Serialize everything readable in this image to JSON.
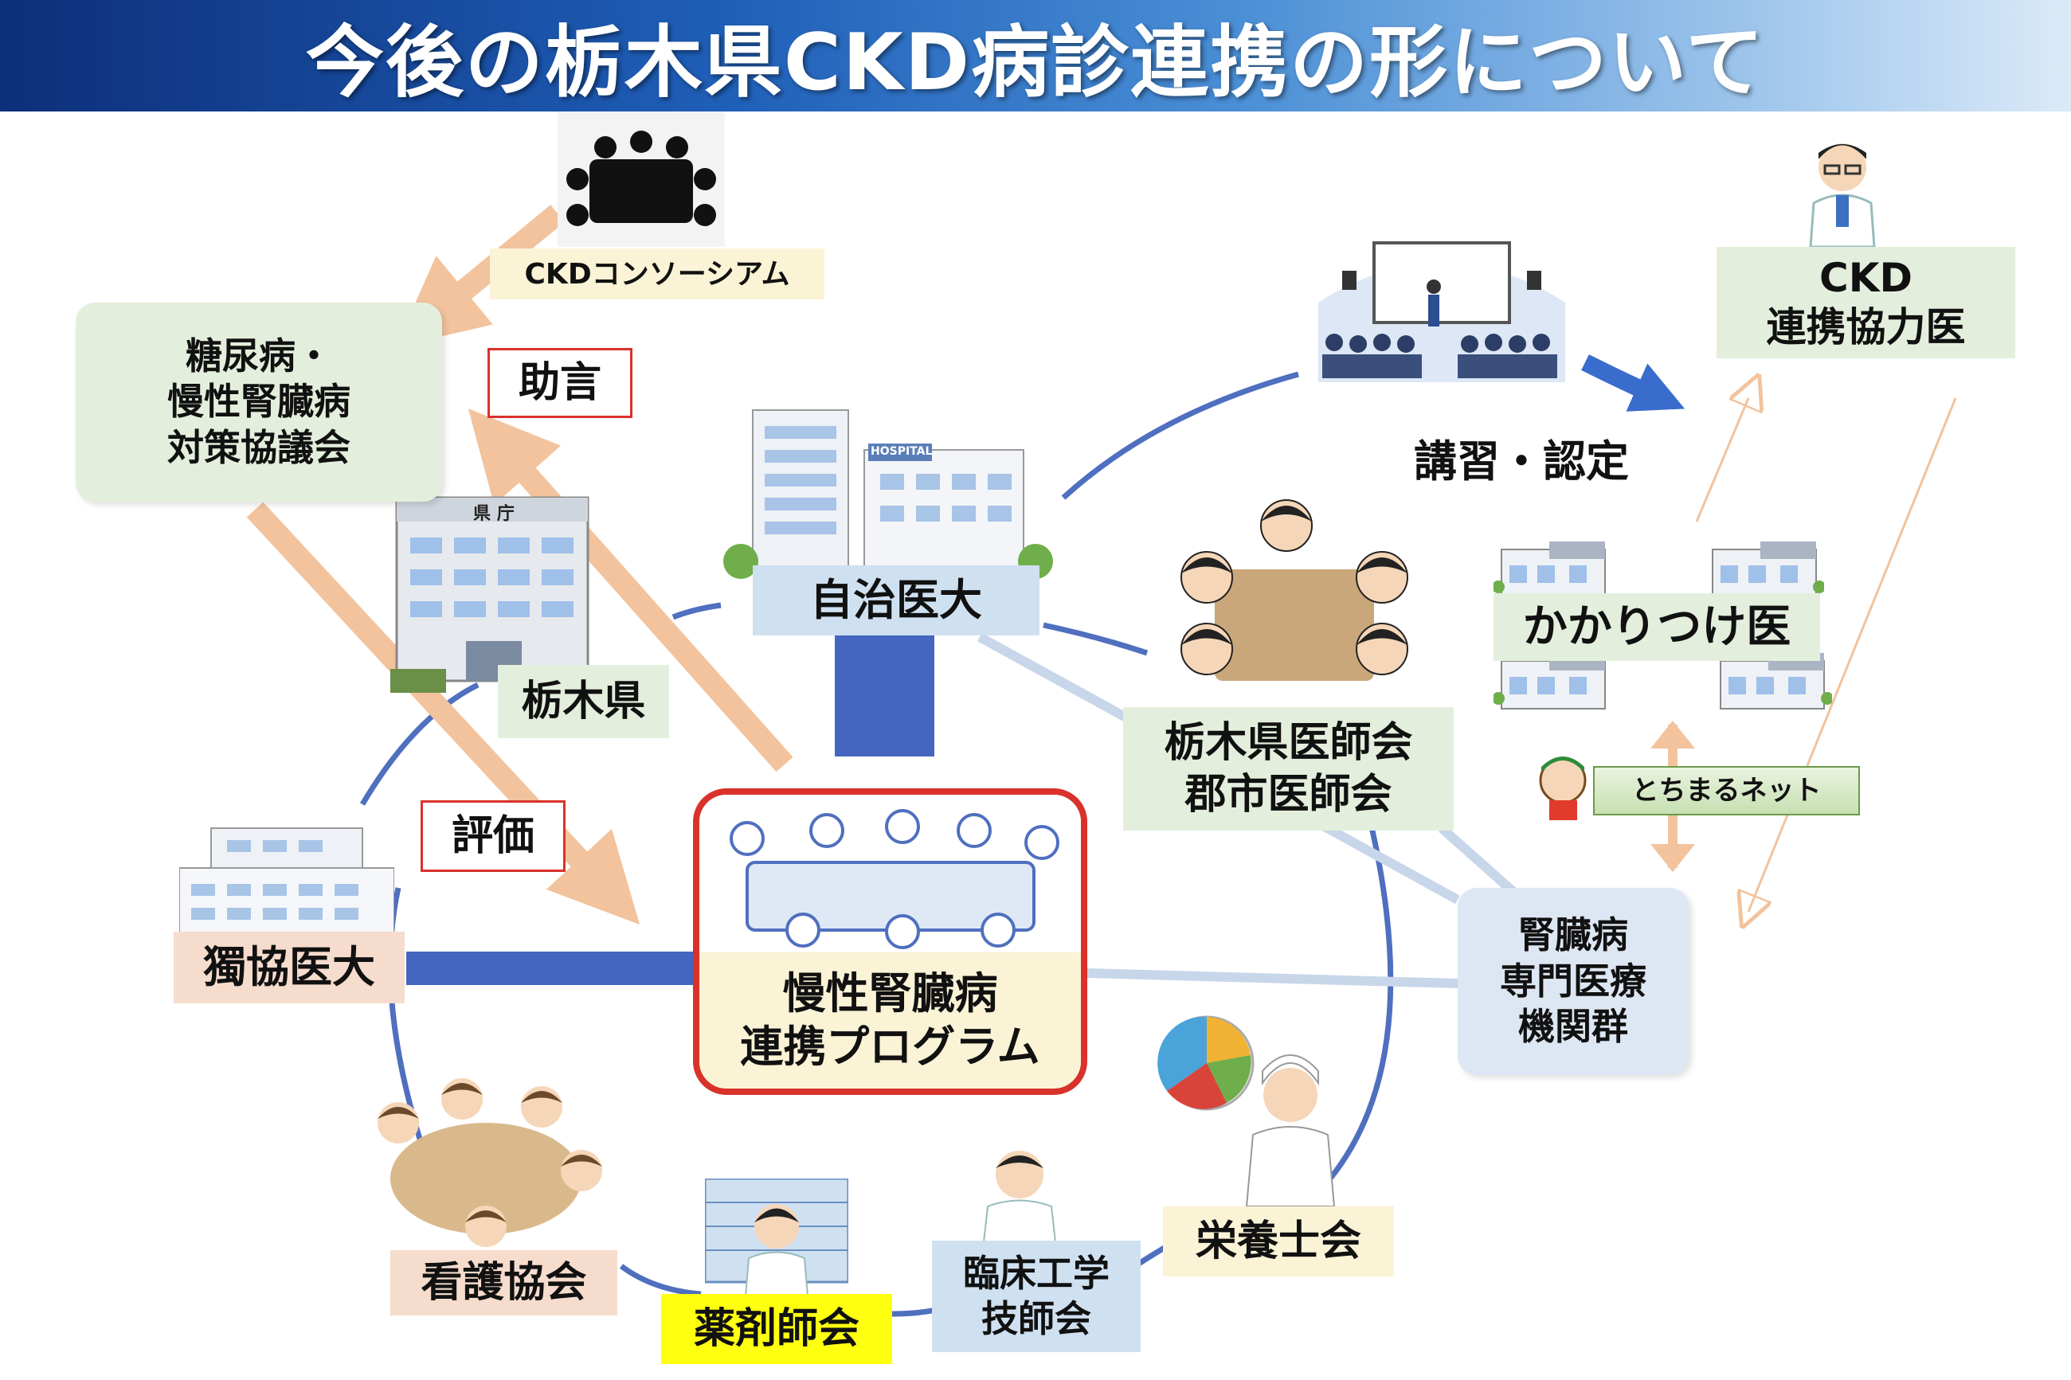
{
  "title": "今後の栃木県CKD病診連携の形について",
  "nodes": {
    "consortium": "CKDコンソーシアム",
    "council": [
      "糖尿病・",
      "慢性腎臓病",
      "対策協議会"
    ],
    "advice": "助言",
    "tochigi_pref": "栃木県",
    "pref_building_sign": "県 庁",
    "evaluation": "評価",
    "jichi": "自治医大",
    "hospital_sign": "HOSPITAL",
    "dokkyo": "獨協医大",
    "program": [
      "慢性腎臓病",
      "連携プログラム"
    ],
    "medical_assoc": [
      "栃木県医師会",
      "郡市医師会"
    ],
    "training": "講習・認定",
    "ckd_coop": [
      "CKD",
      "連携協力医"
    ],
    "kakaritsuke": "かかりつけ医",
    "tochimaru": "とちまるネット",
    "specialist": [
      "腎臓病",
      "専門医療",
      "機関群"
    ],
    "nurses": "看護協会",
    "pharmacists": "薬剤師会",
    "engineers": [
      "臨床工学",
      "技師会"
    ],
    "dietitians": "栄養士会"
  },
  "colors": {
    "arrow_orange": "#f2c39d",
    "circle_blue": "#4f6fbf",
    "connector_navy": "#4466c0",
    "light_line": "#c8d6ea",
    "program_border": "#d9322b"
  }
}
